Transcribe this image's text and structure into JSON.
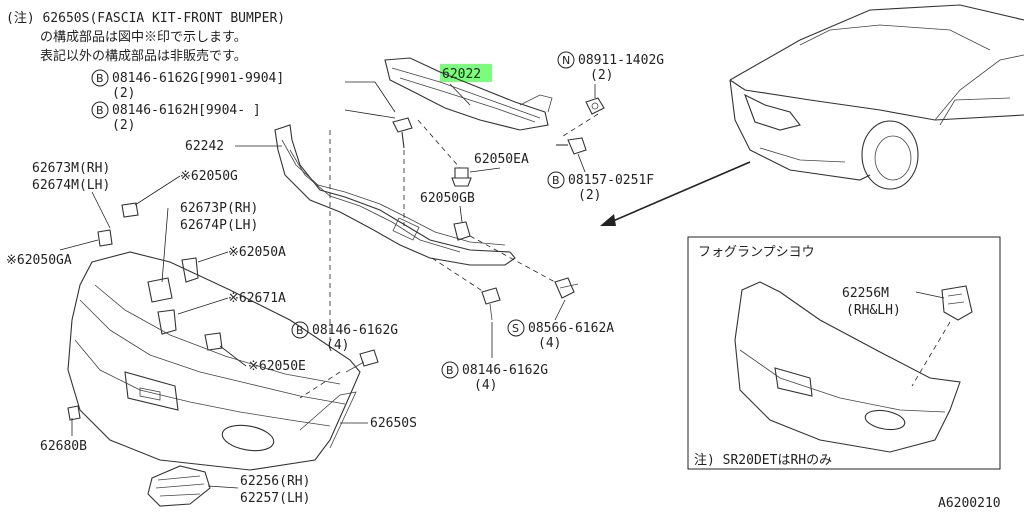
{
  "header": {
    "line1": "(注) 62650S(FASCIA KIT-FRONT BUMPER)",
    "line2": "の構成部品は図中※印で示します。",
    "line3": "表記以外の構成部品は非販売です。"
  },
  "callouts": {
    "b1": "08146-6162G[9901-9904]",
    "b1_qty": "(2)",
    "b2": "08146-6162H[9904-      ]",
    "b2_qty": "(2)",
    "p62242": "62242",
    "p62673m": "62673M(RH)",
    "p62674m": "62674M(LH)",
    "p62050g": "※62050G",
    "p62673p": "62673P(RH)",
    "p62674p": "62674P(LH)",
    "p62050ga": "※62050GA",
    "p62050a": "※62050A",
    "p62671a": "※62671A",
    "p62050e": "※62050E",
    "p62680b": "62680B",
    "p62650s": "62650S",
    "p62256": "62256(RH)",
    "p62257": "62257(LH)",
    "p62022": "62022",
    "n1": "08911-1402G",
    "n1_qty": "(2)",
    "p62050ea": "62050EA",
    "b3": "08157-0251F",
    "b3_qty": "(2)",
    "p62050gb": "62050GB",
    "b4": "08146-6162G",
    "b4_qty": "(4)",
    "s1": "08566-6162A",
    "s1_qty": "(4)",
    "b5": "08146-6162G",
    "b5_qty": "(4)",
    "sym_b": "B",
    "sym_n": "N",
    "sym_s": "S"
  },
  "inset": {
    "title": "フォグランプシヨウ",
    "part": "62256M",
    "part_side": "(RH&LH)",
    "note": "注) SR20DETはRHのみ"
  },
  "footer": {
    "code": "A6200210"
  },
  "colors": {
    "highlight": "#7CFC7C",
    "line": "#333333"
  }
}
